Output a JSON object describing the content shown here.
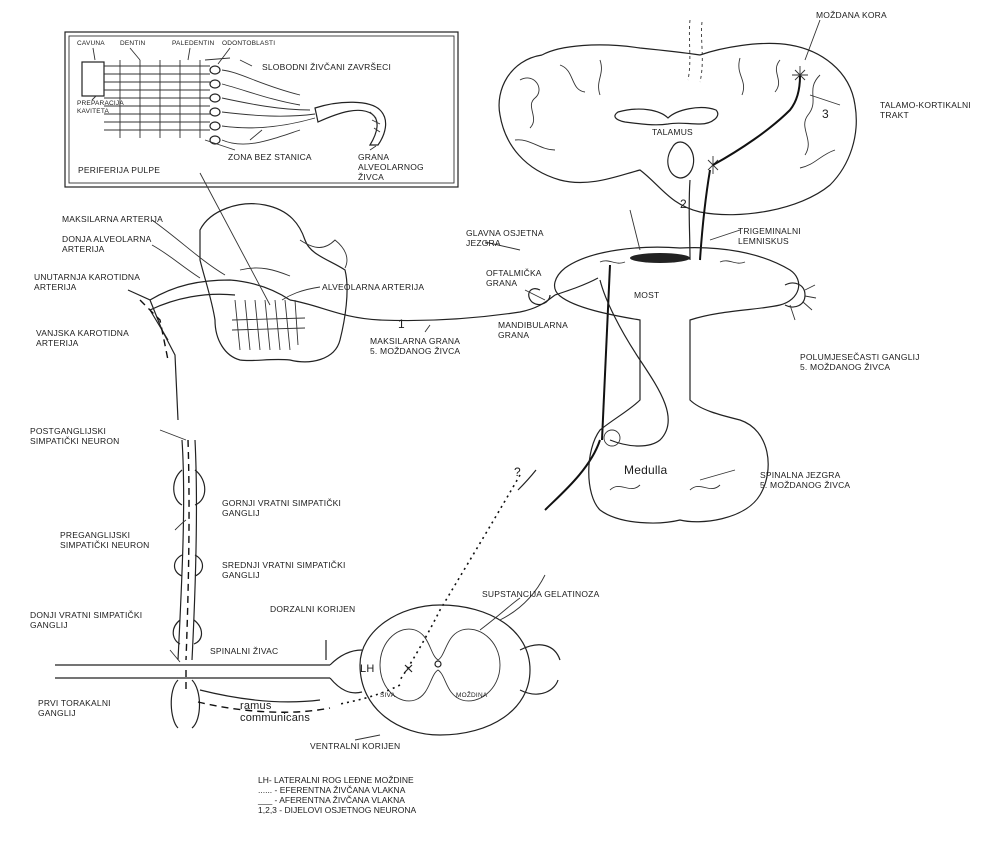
{
  "inset": {
    "top_labels": [
      "CAVUNA",
      "DENTIN",
      "PALEDENTIN",
      "ODONTOBLASTI"
    ],
    "nerve_endings": "SLOBODNI ŽIVČANI ZAVRŠECI",
    "cavity_prep": "PREPARACIJA\nKAVITETA",
    "cell_free_zone": "ZONA BEZ STANICA",
    "pulp_periphery": "PERIFERIJA PULPE",
    "alveolar_branch": "GRANA\nALVEOLARNOG\nŽIVCA"
  },
  "brain": {
    "cortex": "MOŽDANA KORA",
    "thalamus": "TALAMUS",
    "thalamocortical": "TALAMO-KORTIKALNI\nTRAKT",
    "neuron3": "3",
    "neuron2": "2",
    "neuron1": "1"
  },
  "head": {
    "maxillary_artery": "MAKSILARNA ARTERIJA",
    "inferior_alveolar": "DONJA ALVEOLARNA\nARTERIJA",
    "internal_carotid": "UNUTARNJA KAROTIDNA\nARTERIJA",
    "external_carotid": "VANJSKA KAROTIDNA\nARTERIJA",
    "alveolar_artery": "ALVEOLARNA ARTERIJA",
    "maxillary_branch": "MAKSILARNA GRANA\n5. MOŽDANOG ŽIVCA",
    "mandibular_branch": "MANDIBULARNA\nGRANA",
    "ophthalmic_branch": "OFTALMIČKA\nGRANA"
  },
  "brainstem": {
    "main_nucleus": "GLAVNA OSJETNA\nJEZGRA",
    "trigeminal_lemniscus": "TRIGEMINALNI\nLEMNISKUS",
    "pons": "MOST",
    "semilunar": "POLUMJESEČASTI GANGLIJ\n5. MOŽDANOG ŽIVCA",
    "medulla": "Medulla",
    "spinal_nucleus": "SPINALNA JEZGRA\n5. MOŽDANOG ŽIVCA",
    "question": "?"
  },
  "sympathetic": {
    "postganglionic": "POSTGANGLIJSKI\nSIMPATIČKI NEURON",
    "superior_ganglion": "GORNJI VRATNI SIMPATIČKI\nGANGLIJ",
    "preganglionic": "PREGANGLIJSKI\nSIMPATIČKI NEURON",
    "middle_ganglion": "SREDNJI VRATNI SIMPATIČKI\nGANGLIJ",
    "inferior_ganglion": "DONJI VRATNI SIMPATIČKI\nGANGLIJ",
    "first_thoracic": "PRVI TORAKALNI\nGANGLIJ"
  },
  "spinal": {
    "dorsal_root": "DORZALNI KORIJEN",
    "gelatinosa": "SUPSTANCIJA GELATINOZA",
    "spinal_nerve": "SPINALNI ŽIVAC",
    "lh": "LH",
    "ramus": "ramus\ncommunicans",
    "ventral_root": "VENTRALNI KORIJEN",
    "gray_label_left": "SIVA",
    "gray_label_right": "MOŽDINA"
  },
  "legend": {
    "line1": "LH- LATERALNI ROG LEĐNE MOŽDINE",
    "line2": "...... - EFERENTNA ŽIVČANA VLAKNA",
    "line3": "___ - AFERENTNA ŽIVČANA VLAKNA",
    "line4": "1,2,3 - DIJELOVI OSJETNOG NEURONA"
  }
}
